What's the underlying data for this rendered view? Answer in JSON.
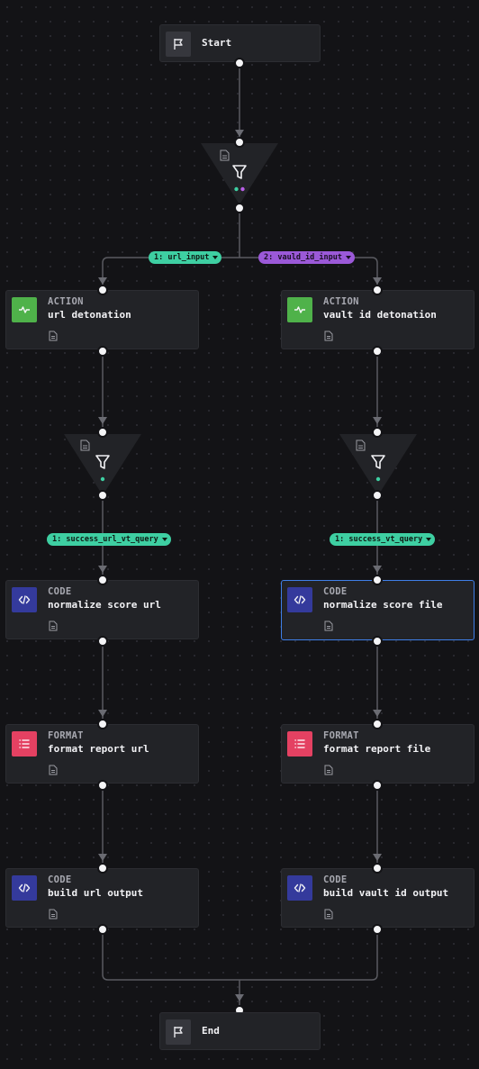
{
  "start": {
    "label": "Start",
    "icon": "flag-icon"
  },
  "end": {
    "label": "End",
    "icon": "flag-icon"
  },
  "nodes": {
    "url_detonation": {
      "type": "ACTION",
      "label": "url detonation",
      "icon": "activity-icon"
    },
    "vault_id_detonation": {
      "type": "ACTION",
      "label": "vault id detonation",
      "icon": "activity-icon"
    },
    "normalize_score_url": {
      "type": "CODE",
      "label": "normalize score url",
      "icon": "code-icon"
    },
    "normalize_score_file": {
      "type": "CODE",
      "label": "normalize score file",
      "icon": "code-icon",
      "selected": true
    },
    "format_report_url": {
      "type": "FORMAT",
      "label": "format report url",
      "icon": "list-icon"
    },
    "format_report_file": {
      "type": "FORMAT",
      "label": "format report file",
      "icon": "list-icon"
    },
    "build_url_output": {
      "type": "CODE",
      "label": "build url output",
      "icon": "code-icon"
    },
    "build_vault_id_output": {
      "type": "CODE",
      "label": "build vault id output",
      "icon": "code-icon"
    }
  },
  "conditions": {
    "url_input": "1: url_input",
    "vauld_id_input": "2: vauld_id_input",
    "success_url_vt_query": "1: success_url_vt_query",
    "success_vt_query": "1: success_vt_query"
  },
  "colors": {
    "background": "#131316",
    "node": "#222327",
    "action": "#4fb24a",
    "code": "#343a9c",
    "format": "#e44162",
    "condition_green": "#3ecfa2",
    "condition_purple": "#9b59d8",
    "selected_border": "#3f7fe8",
    "wire": "#5a5b61"
  }
}
